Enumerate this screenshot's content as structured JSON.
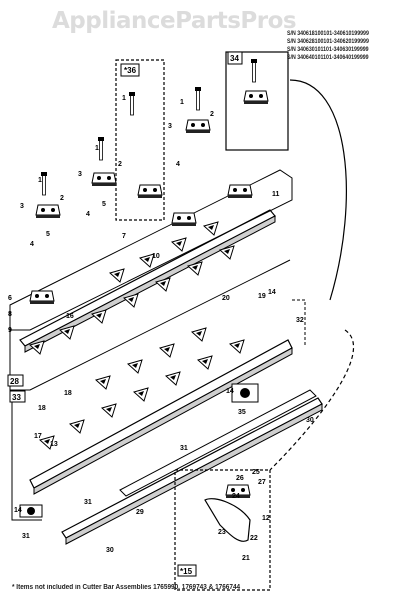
{
  "watermark": "AppliancePartsPros",
  "serial_lines": [
    "S/N 340618100101-340610199999",
    "S/N 340628100101-340620199999",
    "S/N 340630101101-340630199999",
    "S/N 340640101101-340640199999"
  ],
  "footnote": "* Items not included in Cutter Bar Assemblies 1765990, 1769743 & 1766744",
  "boxes": {
    "box_36": "*36",
    "box_34": "34",
    "box_28": "28",
    "box_33": "33",
    "box_15": "*15"
  },
  "callouts": {
    "n1": "1",
    "n2": "2",
    "n3": "3",
    "n4": "4",
    "n5": "5",
    "n6": "6",
    "n7": "7",
    "n8": "8",
    "n9": "9",
    "n10": "10",
    "n11": "11",
    "n12": "12",
    "n13": "13",
    "n14": "14",
    "n16": "16",
    "n17": "17",
    "n18": "18",
    "n19": "19",
    "n20": "20",
    "n21": "21",
    "n22": "22",
    "n23": "23",
    "n24": "24",
    "n25": "25",
    "n26": "26",
    "n27": "27",
    "n29": "29",
    "n30": "30",
    "n31": "31",
    "n32": "32",
    "n35": "35"
  }
}
